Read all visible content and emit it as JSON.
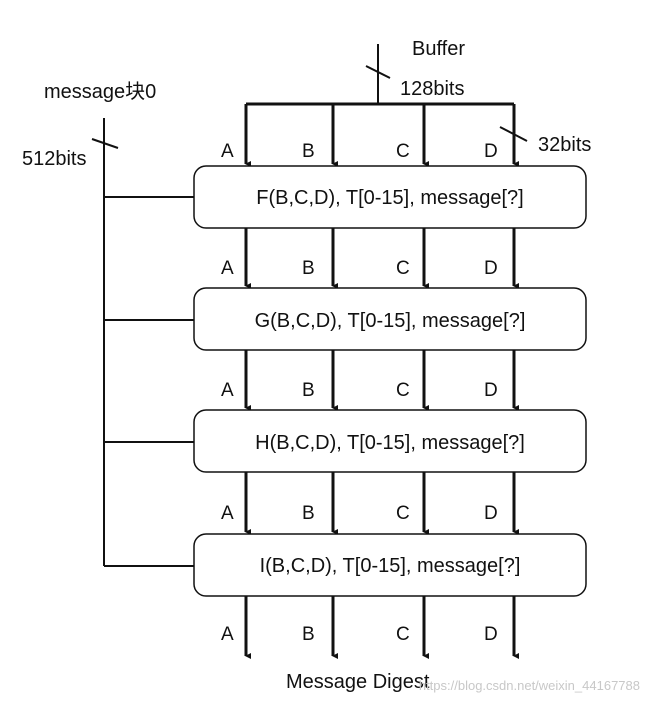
{
  "labels": {
    "buffer": "Buffer",
    "buffer_bits": "128bits",
    "message_block": "message块0",
    "message_bits": "512bits",
    "word_bits": "32bits",
    "output": "Message Digest",
    "watermark": "https://blog.csdn.net/weixin_44167788"
  },
  "registers": [
    "A",
    "B",
    "C",
    "D"
  ],
  "rounds": [
    {
      "text": "F(B,C,D), T[0-15], message[?]"
    },
    {
      "text": "G(B,C,D), T[0-15], message[?]"
    },
    {
      "text": "H(B,C,D), T[0-15], message[?]"
    },
    {
      "text": "I(B,C,D), T[0-15], message[?]"
    }
  ]
}
